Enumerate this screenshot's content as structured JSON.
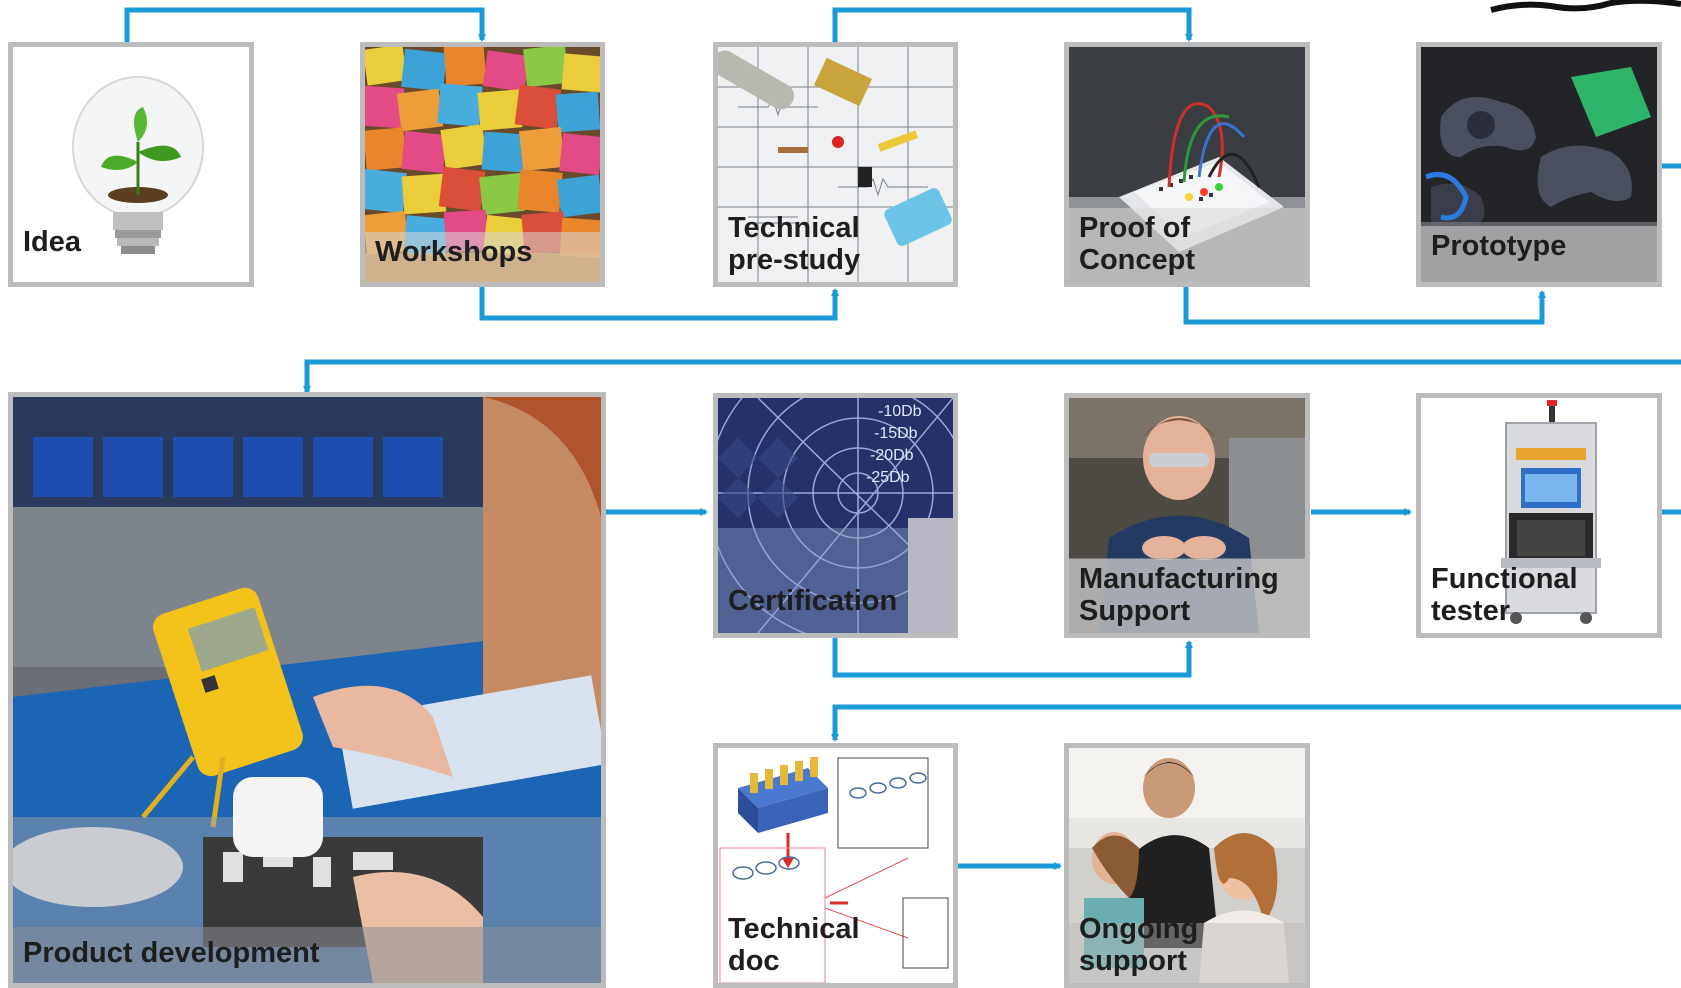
{
  "stages": {
    "idea": "Idea",
    "workshops": "Workshops",
    "technical_prestudy": "Technical\npre-study",
    "proof_of_concept": "Proof of\nConcept",
    "prototype": "Prototype",
    "product_development": "Product development",
    "certification": "Certification",
    "manufacturing_support": "Manufacturing\nSupport",
    "functional_tester": "Functional\ntester",
    "technical_doc": "Technical\ndoc",
    "ongoing_support": "Ongoing\nsupport"
  },
  "cert_scale": [
    "-10Db",
    "-15Db",
    "-20Db",
    "-25Db"
  ],
  "colors": {
    "connector": "#1a9ad6",
    "card_border": "#bcbcbc"
  }
}
